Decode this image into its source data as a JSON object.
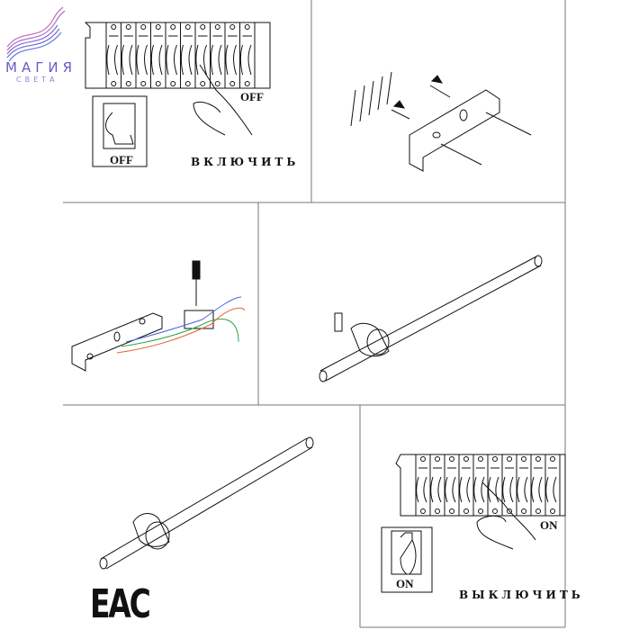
{
  "logo": {
    "name": "МАГИЯ",
    "tagline": "СВЕТА"
  },
  "steps": {
    "switch_off": {
      "panel_label": "OFF",
      "inset_label": "OFF",
      "caption": "ВКЛЮЧИТЬ"
    },
    "switch_on": {
      "panel_label": "ON",
      "inset_label": "ON",
      "caption": "ВЫКЛЮЧИТЬ"
    }
  },
  "certification_mark": "EAC"
}
